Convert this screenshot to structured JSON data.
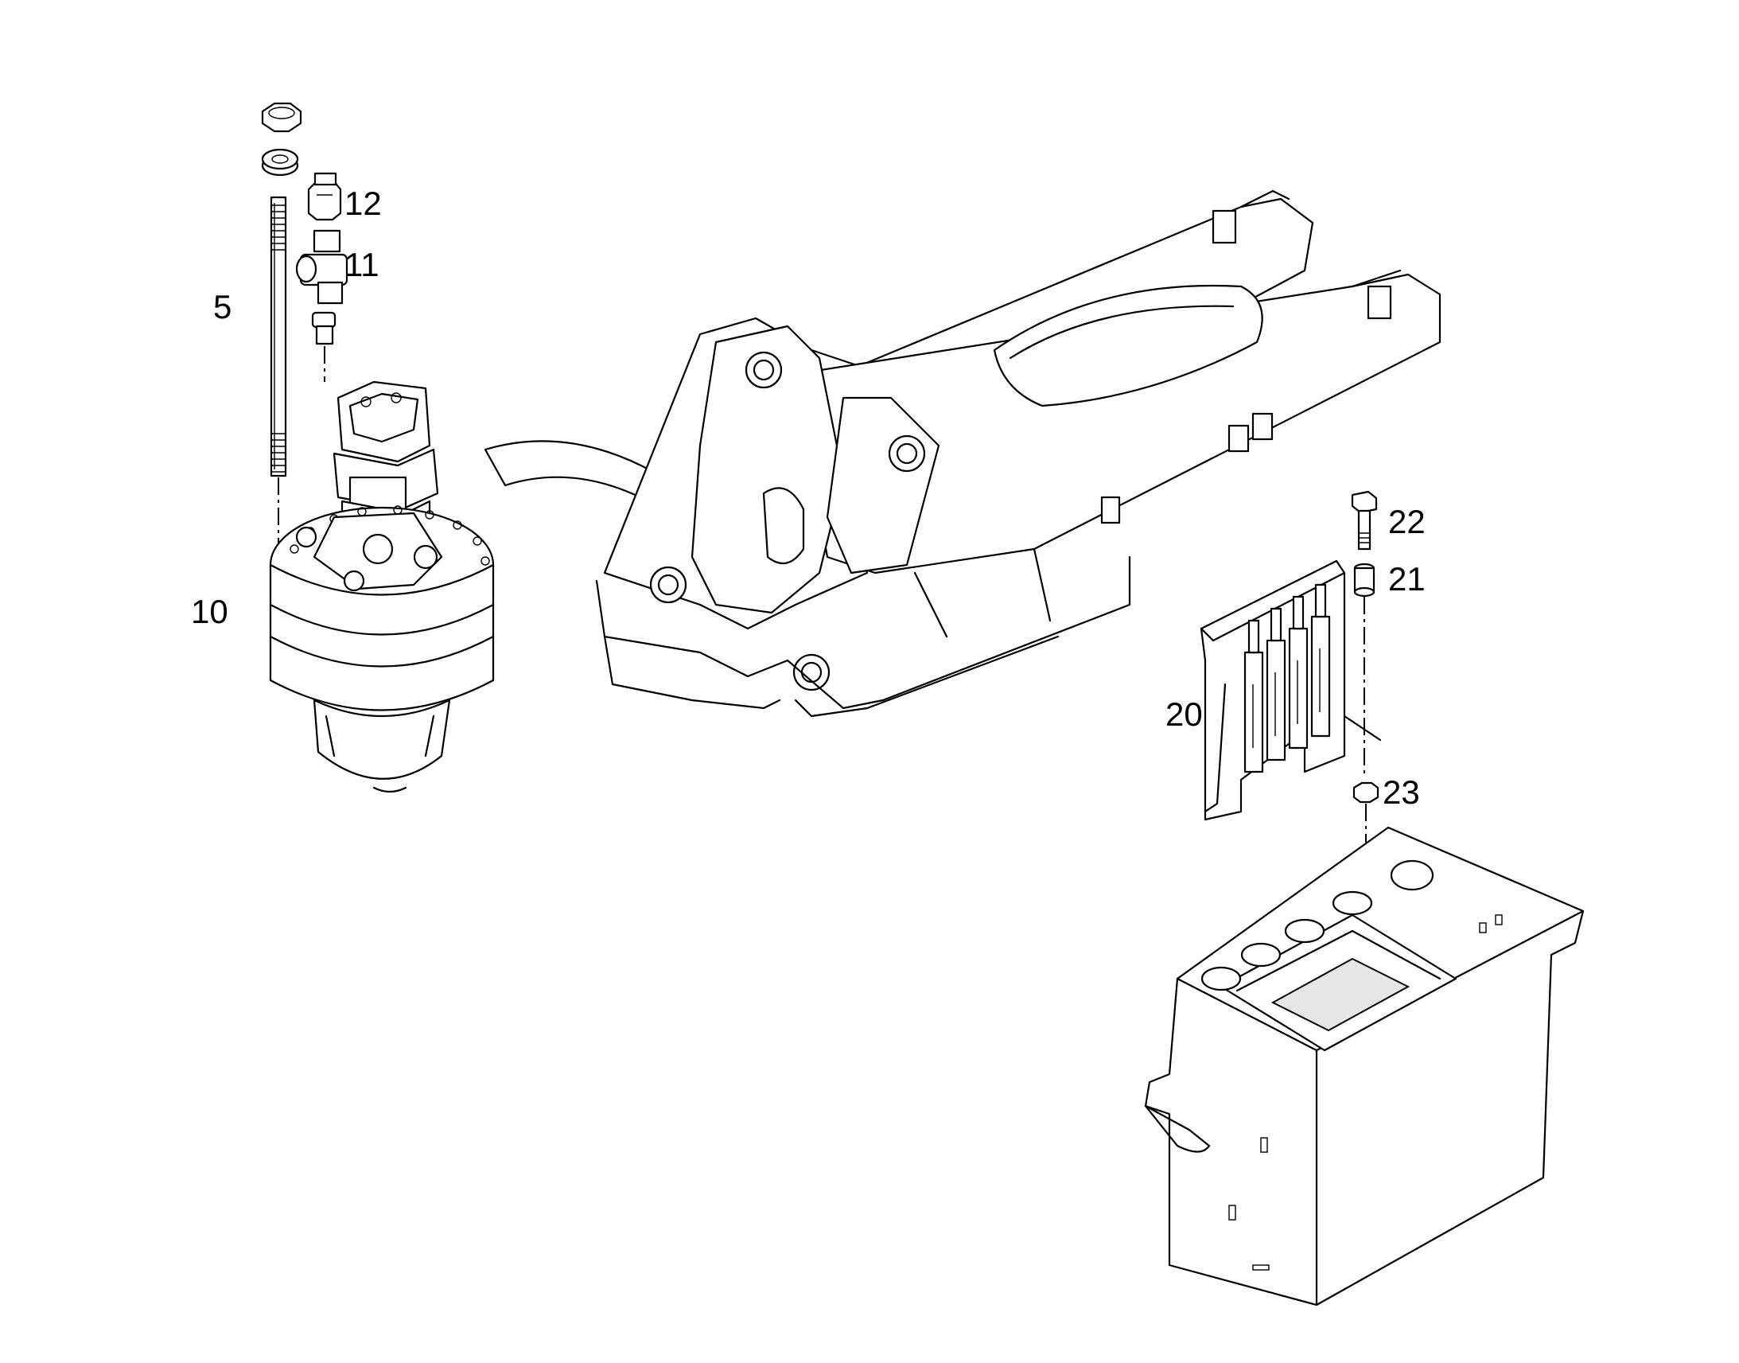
{
  "callouts": {
    "c5": "5",
    "c10": "10",
    "c11": "11",
    "c12": "12",
    "c20": "20",
    "c21": "21",
    "c22": "22",
    "c23": "23"
  },
  "colors": {
    "line": "#000000",
    "background": "#ffffff",
    "shade": "#e6e6e6"
  }
}
